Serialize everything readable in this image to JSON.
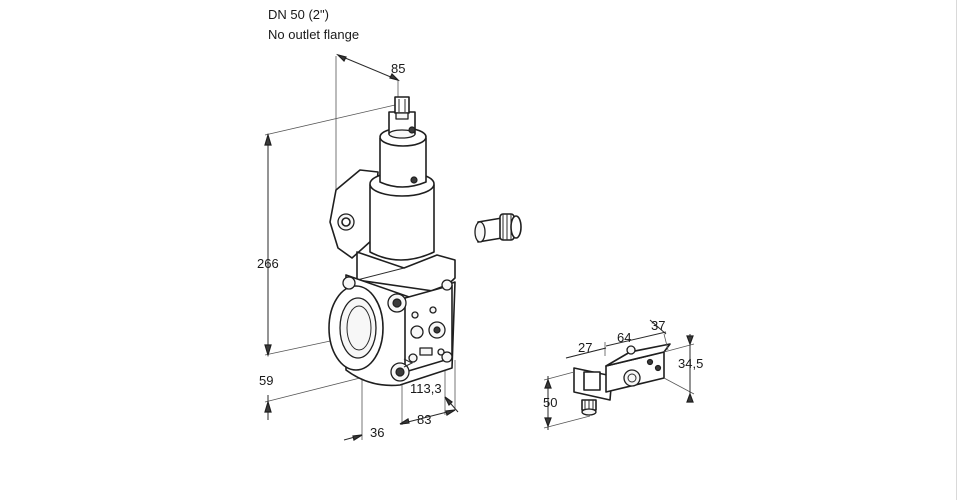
{
  "header": {
    "line1": "DN 50 (2\")",
    "line2": "No outlet flange"
  },
  "dimensions": {
    "d85": "85",
    "d266": "266",
    "d59": "59",
    "d113": "113,3",
    "d83": "83",
    "d36": "36",
    "d27": "27",
    "d64": "64",
    "d37": "37",
    "d34": "34,5",
    "d50": "50"
  },
  "colors": {
    "line": "#1f1f1f",
    "background": "#ffffff",
    "frame": "#d9d9d9"
  }
}
